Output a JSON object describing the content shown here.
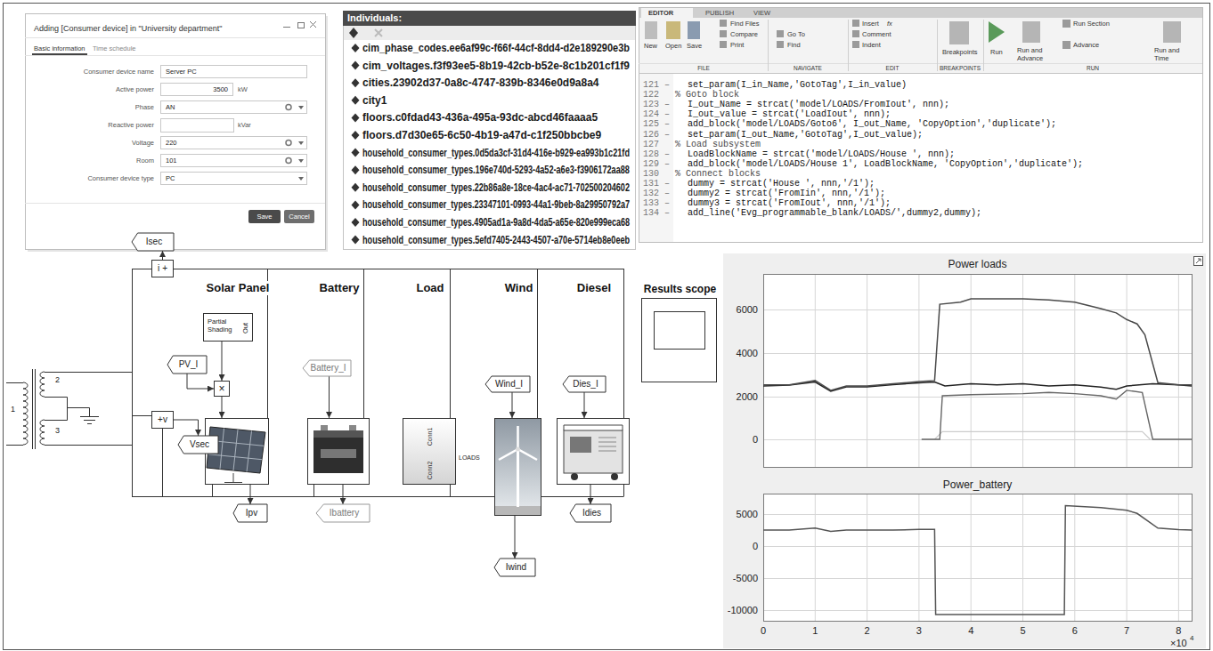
{
  "diagram": {
    "nodes": [
      {
        "text": [
          "Adding [Consumer device] in \"University department\"",
          "Basic information",
          "Time schedule",
          "Consumer device name",
          "Active power",
          "Phase",
          "Reactive power",
          "Voltage",
          "Room",
          "Consumer device type",
          "kW",
          "kVar"
        ]
      },
      {
        "text": [
          "Server PC"
        ],
        "in": 0
      },
      {
        "text": [
          "3500"
        ],
        "in": 0
      },
      {
        "text": [
          "AN"
        ],
        "in": 0
      },
      {
        "text": [
          "220"
        ],
        "in": 0
      },
      {
        "text": [
          "101"
        ],
        "in": 0
      },
      {
        "text": [
          "PC"
        ],
        "in": 0
      },
      {
        "text": [
          "Save"
        ],
        "in": 0
      },
      {
        "text": [
          "Cancel"
        ],
        "in": 0
      },
      {
        "text": [
          "Individuals:",
          "cim_phase_codes.ee6af99c-f66f-44cf-8dd4-d2e189290e3b",
          "cim_voltages.f3f93ee5-8b19-42cb-b52e-8c1b201cf1f9",
          "cities.23902d37-0a8c-4747-839b-8346e0d9a8a4",
          "city1",
          "floors.c0fdad43-436a-495a-93dc-abcd46faaaa5",
          "floors.d7d30e65-6c50-4b19-a47d-c1f250bbcbe9",
          "household_consumer_types.0d5da3cf-31d4-416e-b929-ea993b1c21fd",
          "household_consumer_types.196e740d-5293-4a52-a6e3-f3906172aa88",
          "household_consumer_types.22b86a8e-18ce-4ac4-ac71-702500204602",
          "household_consumer_types.23347101-0993-44a1-9beb-8a29950792a7",
          "household_consumer_types.4905ad1a-9a8d-4da5-a65e-820e999eca68",
          "household_consumer_types.5efd7405-2443-4507-a70e-5714eb8e0eeb"
        ]
      },
      {
        "text": [
          "EDITOR",
          "PUBLISH",
          "VIEW",
          "New",
          "Open",
          "Save",
          "Find Files",
          "Compare",
          "Print",
          "Go To",
          "Find",
          "Insert",
          "fx",
          "Comment",
          "Indent",
          "Breakpoints",
          "Run",
          "Run and Advance",
          "Run Section",
          "Advance",
          "Run and Time",
          "FILE",
          "NAVIGATE",
          "EDIT",
          "BREAKPOINTS",
          "RUN",
          "121 –",
          "set_param(I_in_Name,'GotoTag',I_in_value)",
          "122",
          "% Goto block",
          "123 –",
          "I_out_Name = strcat('model/LOADS/FromIout', nnn);",
          "124 –",
          "I_out_value = strcat('LoadIout', nnn);",
          "125 –",
          "add_block('model/LOADS/Goto6', I_out_Name, 'CopyOption','duplicate');",
          "126 –",
          "set_param(I_out_Name,'GotoTag',I_out_value);",
          "127",
          "% Load subsystem",
          "128 –",
          "LoadBlockName = strcat('model/LOADS/House ', nnn);",
          "129 –",
          "add_block('model/LOADS/House 1', LoadBlockName, 'CopyOption','duplicate');",
          "130",
          "% Connect blocks",
          "131 –",
          "dummy = strcat('House ', nnn,'/1');",
          "132 –",
          "dummy2 = strcat('FromIin', nnn,'/1');",
          "133 –",
          "dummy3 = strcat('FromIout', nnn,'/1');",
          "134 –",
          "add_line('Evg_programmable_blank/LOADS/',dummy2,dummy);"
        ]
      },
      {
        "text": [
          "Isec"
        ]
      },
      {
        "text": [
          "i",
          "+"
        ]
      },
      {
        "text": [
          "Solar Panel"
        ]
      },
      {
        "text": [
          "Battery"
        ]
      },
      {
        "text": [
          "Load",
          "Conn1",
          "Conn2"
        ]
      },
      {
        "text": [
          "Wind"
        ]
      },
      {
        "text": [
          "Diesel"
        ]
      },
      {
        "text": [
          "Results scope"
        ]
      },
      {
        "text": [
          "Partial Shading",
          "Out"
        ]
      },
      {
        "text": [
          "PV_I"
        ]
      },
      {
        "text": [
          "×"
        ]
      },
      {
        "text": [
          "Battery_I"
        ]
      },
      {
        "text": [
          "Wind_I"
        ]
      },
      {
        "text": [
          "Dies_I"
        ]
      },
      {
        "text": [
          "+v"
        ]
      },
      {
        "text": [
          "Vsec"
        ]
      },
      {
        "text": [
          "Ipv"
        ]
      },
      {
        "text": [
          "Ibattery"
        ]
      },
      {
        "text": [
          "Iwind"
        ]
      },
      {
        "text": [
          "Idies"
        ]
      },
      {
        "text": [
          "Power loads"
        ]
      },
      {
        "text": [
          "Power_battery"
        ]
      }
    ],
    "edges": [
      {
        "from": 12,
        "to": 11,
        "arrow": "to"
      },
      {
        "from": 19,
        "to": 21,
        "arrow": "to"
      },
      {
        "from": 20,
        "to": 21,
        "arrow": "to"
      },
      {
        "from": 21,
        "to": 13,
        "arrow": "to"
      },
      {
        "from": 22,
        "to": 14,
        "arrow": "to"
      },
      {
        "from": 23,
        "to": 16,
        "arrow": "to"
      },
      {
        "from": 24,
        "to": 17,
        "arrow": "to"
      },
      {
        "from": 13,
        "to": 27,
        "arrow": "to"
      },
      {
        "from": 14,
        "to": 28,
        "arrow": "to"
      },
      {
        "from": 16,
        "to": 29,
        "arrow": "to"
      },
      {
        "from": 17,
        "to": 30,
        "arrow": "to"
      },
      {
        "from": 25,
        "to": 26,
        "arrow": "to"
      }
    ],
    "labels": [
      "1",
      "2",
      "3",
      "LOADS",
      "6000",
      "4000",
      "2000",
      "0",
      "5000",
      "0",
      "-5000",
      "-10000",
      "0",
      "1",
      "2",
      "3",
      "4",
      "5",
      "6",
      "7",
      "8",
      "×10",
      "4"
    ]
  }
}
